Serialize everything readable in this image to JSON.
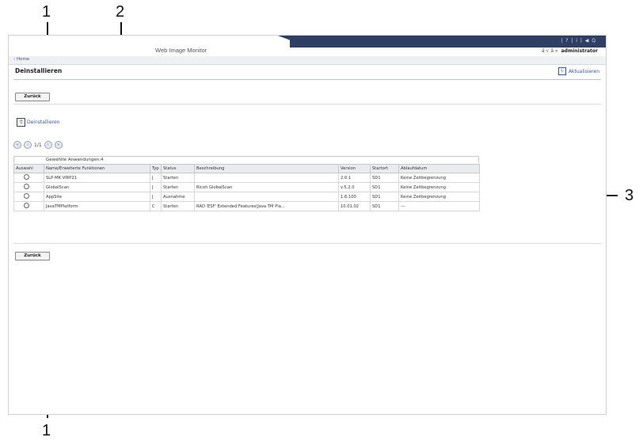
{
  "callouts": {
    "c1_top": "1",
    "c2": "2",
    "c3": "3",
    "c1_bottom": "1"
  },
  "header": {
    "app_title": "Web Image Monitor",
    "links": "| ? | i | ◀ Q",
    "user_icons": "ä √ ä «",
    "user": "administrator"
  },
  "nav": {
    "home": "‹ Home"
  },
  "page": {
    "title": "Deinstallieren",
    "refresh": "Aktualisieren",
    "refresh_icon": "↻"
  },
  "buttons": {
    "back_top": "Zurück",
    "back_bottom": "Zurück"
  },
  "uninstall": {
    "label": "Deinstallieren",
    "icon": "⇧"
  },
  "pager": {
    "page": "1/1"
  },
  "table": {
    "caption": "Gewählte Anwendungen:4",
    "headers": [
      "Auswahl",
      "Name/Erweiterte Funktionen",
      "Typ",
      "Status",
      "Beschreibung",
      "Version",
      "Startort",
      "Ablaufdatum"
    ],
    "rows": [
      [
        "",
        "SLP-MK VIRP21",
        "J",
        "Starten",
        "",
        "2.0.1",
        "SD1",
        "Keine Zeitbegrenzung"
      ],
      [
        "",
        "GlobalScan",
        "J",
        "Starten",
        "Ricoh GlobalScan",
        "v.5.2.0",
        "SD1",
        "Keine Zeitbegrenzung"
      ],
      [
        "",
        "AppSite",
        "J",
        "Ausnahme",
        "",
        "1.6.100",
        "SD1",
        "Keine Zeitbegrenzung"
      ],
      [
        "",
        "JavaTMPlatform",
        "C",
        "Starten",
        "RAD 'ESF' Extended Features(Java TM Pla...",
        "10.01.02",
        "SD1",
        "---"
      ]
    ]
  },
  "colors": {
    "header_dark": "#2f3f63",
    "link": "#3a55a0"
  }
}
